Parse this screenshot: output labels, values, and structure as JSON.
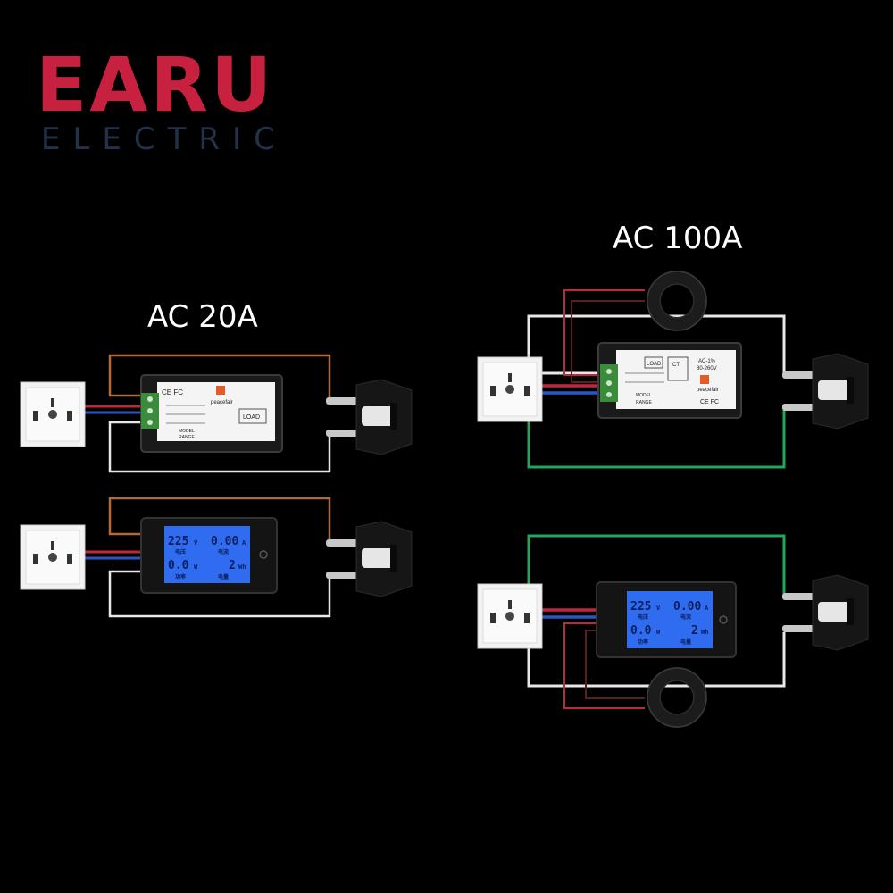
{
  "brand": {
    "name": "EARU",
    "subtitle": "ELECTRIC"
  },
  "sections": {
    "ac20a": {
      "title": "AC 20A"
    },
    "ac100a": {
      "title": "AC 100A"
    }
  },
  "meter_back": {
    "certs": "CE FC",
    "brand": "peacefair",
    "load_label": "LOAD",
    "ct_label": "CT",
    "rating_short": "AC-1%",
    "rating_voltage": "80-260V",
    "model_label": "MODEL",
    "range_label": "RANGE"
  },
  "lcd": {
    "voltage": "225",
    "voltage_unit": "V",
    "current": "0.00",
    "current_unit": "A",
    "power": "0.0",
    "power_unit": "W",
    "energy": "2",
    "energy_unit": "Wh",
    "voltage_caption": "电压",
    "current_caption": "电流",
    "power_caption": "功率",
    "energy_caption": "电量"
  },
  "colors": {
    "brand_red": "#c8213f",
    "brand_navy": "#23324a",
    "lcd_blue": "#2f6cf0",
    "wire_red": "#c0283a",
    "wire_blue": "#2a56c4",
    "wire_green": "#1ea85a",
    "wire_orange": "#b26a3a",
    "wire_white": "#e8e8e8"
  }
}
